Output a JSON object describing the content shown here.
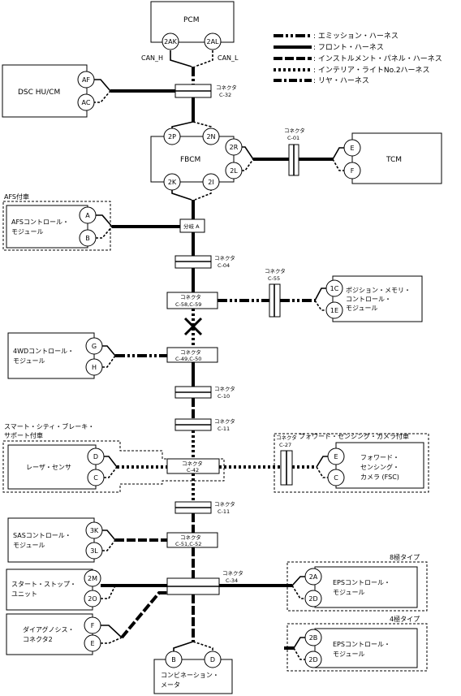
{
  "legend": [
    {
      "style": "emission",
      "label": ": エミッション・ハーネス"
    },
    {
      "style": "front",
      "label": ": フロント・ハーネス"
    },
    {
      "style": "instrument",
      "label": ": インストルメント・パネル・ハーネス"
    },
    {
      "style": "interior",
      "label": ": インテリア・ライトNo.2ハーネス"
    },
    {
      "style": "rear",
      "label": ": リヤ・ハーネス"
    }
  ],
  "modules": {
    "pcm": "PCM",
    "dsc": "DSC HU/CM",
    "fbcm": "FBCM",
    "tcm": "TCM",
    "afs_line1": "AFSコントロール・",
    "afs_line2": "モジュール",
    "afs_group": "AFS付車",
    "pos_line1": "ポジション・メモリ・",
    "pos_line2": "コントロール・",
    "pos_line3": "モジュール",
    "wd_line1": "4WDコントロール・",
    "wd_line2": "モジュール",
    "scb_group_line1": "スマート・シティ・ブレーキ・",
    "scb_group_line2": "サポート付車",
    "laser": "レーザ・センサ",
    "fsc_group": "フォワード・センシング・カメラ付車",
    "fsc_line1": "フォワード・",
    "fsc_line2": "センシング・",
    "fsc_line3": "カメラ (FSC)",
    "sas_line1": "SASコントロール・",
    "sas_line2": "モジュール",
    "ss_line1": "スタート・ストップ・",
    "ss_line2": "ユニット",
    "diag_line1": "ダイアグノシス・",
    "diag_line2": "コネクタ2",
    "eps8_type": "8極タイプ",
    "eps4_type": "4極タイプ",
    "eps_line1": "EPSコントロール・",
    "eps_line2": "モジュール",
    "combo_line1": "コンビネーション・",
    "combo_line2": "メータ"
  },
  "pins": {
    "pcm_2ak": "2AK",
    "pcm_2al": "2AL",
    "dsc_af": "AF",
    "dsc_ac": "AC",
    "fbcm_2p": "2P",
    "fbcm_2n": "2N",
    "fbcm_2r": "2R",
    "fbcm_2l": "2L",
    "fbcm_2k": "2K",
    "fbcm_2i": "2I",
    "tcm_e": "E",
    "tcm_f": "F",
    "afs_a": "A",
    "afs_b": "B",
    "pos_1c": "1C",
    "pos_1e": "1E",
    "wd_g": "G",
    "wd_h": "H",
    "laser_d": "D",
    "laser_c": "C",
    "fsc_e": "E",
    "fsc_c": "C",
    "sas_3k": "3K",
    "sas_3l": "3L",
    "ss_2m": "2M",
    "ss_2o": "2O",
    "diag_f": "F",
    "diag_e": "E",
    "eps8_2a": "2A",
    "eps8_2d": "2D",
    "eps4_2b": "2B",
    "eps4_2d": "2D",
    "combo_b": "B",
    "combo_d": "D"
  },
  "signals": {
    "can_h": "CAN_H",
    "can_l": "CAN_L"
  },
  "connectors": {
    "conn_word": "コネクタ",
    "c32": "C-32",
    "c01": "C-01",
    "c04": "C-04",
    "c55": "C-55",
    "c58_59": "C-58,C-59",
    "c49_50": "C-49,C-50",
    "c10": "C-10",
    "c11": "C-11",
    "c27": "C-27",
    "c42": "C-42",
    "c51_52": "C-51,C-52",
    "c34": "C-34",
    "junction": "分岐 A"
  }
}
